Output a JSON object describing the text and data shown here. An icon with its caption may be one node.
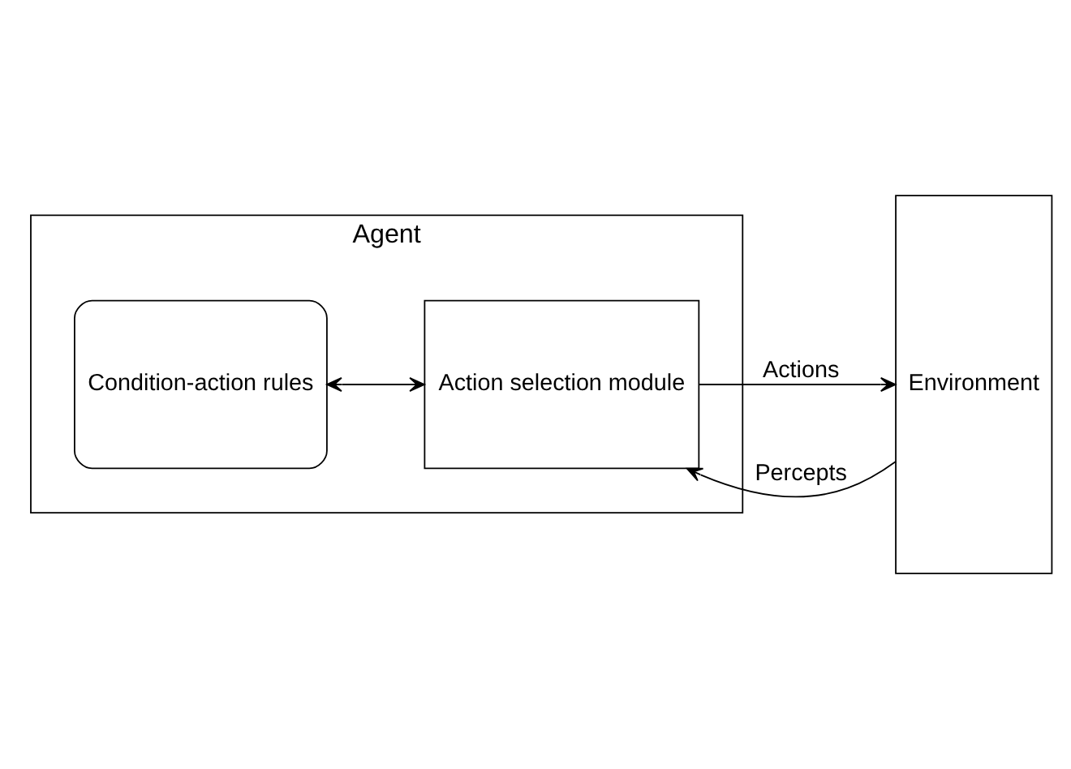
{
  "diagram": {
    "nodes": [
      {
        "text": [
          "Agent"
        ]
      },
      {
        "text": [
          "Condition-action rules"
        ],
        "in": 0
      },
      {
        "text": [
          "Action selection module"
        ],
        "in": 0
      },
      {
        "text": [
          "Environment"
        ]
      }
    ],
    "edges": [
      {
        "from": 1,
        "to": 2,
        "arrow": "both"
      },
      {
        "from": 3,
        "to": 2,
        "arrow": "to",
        "label": "Percepts"
      },
      {
        "from": 2,
        "to": 3,
        "arrow": "to",
        "label": "Actions"
      }
    ]
  }
}
